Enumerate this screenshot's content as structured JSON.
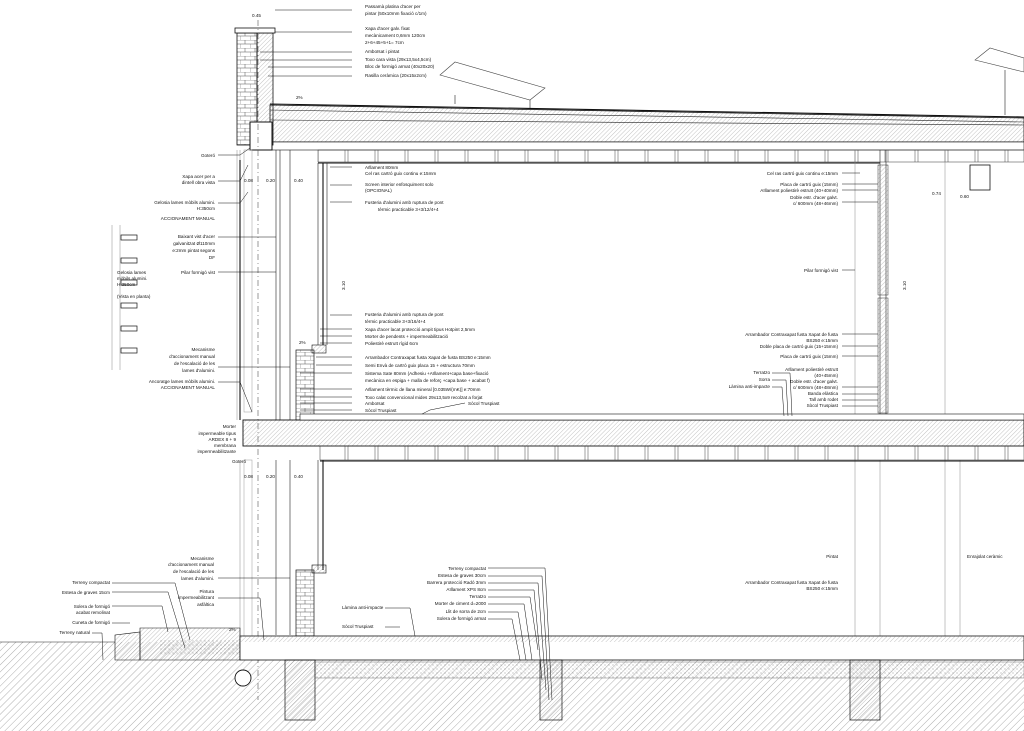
{
  "title": "",
  "colors": {
    "line": "#111111",
    "hatch": "#777777",
    "background": "#ffffff"
  },
  "roof_labels": [
    "Passamà platina d'acer per",
    "pintar (50x10mm fixació c/1m)",
    "Xapa d'acer galv. fixat",
    "mecànicament 0,6mm 120cm",
    "2+6+45+5+1= 7cm",
    "Amboïsat i pintat",
    "Toxo cara vista (29x13,5x4,5cm)",
    "Bloc de formigó armat (40x20x20)",
    "Rasilla ceràmica (20x15x2cm)"
  ],
  "upper_labels": [
    "Aïllament 80mm",
    "Cel ras cartró guix continu e:15mm",
    "Screen interior enfosquiment solo",
    "(OPCIONAL)",
    "Fusteria d'alumini amb ruptura de pont",
    "tèrmic practicable 3+3/12/4+4"
  ],
  "lower_labels": [
    "Fusteria d'alumini amb ruptura de pont",
    "tèrmic practicable 3+3/16/4+4",
    "Xapa d'acer lacat protecció ampit tipus Hotpint 2,5mm",
    "Morter de pendents + impermeabilització",
    "Poliestirè estruït rígid 6cm",
    "Arrambador Contraxapat fusta Xapat de fusta BS250 e:15mm",
    "Semi Envà de cartró guix placa 15 + estructura 70mm",
    "Sistema Sate 80mm (Adhesiu +Aïllament+capa base+fixació",
    "mecànica en espiga + malla de reforç +capa base + acabat f)",
    "Aïllament tèrmic de llana mineral [0.035W/(mK)] e:70mm",
    "Toxo calat convencional mides 29x13,5x9 recolzat a forjat",
    "Amboïsat",
    "Sòcol Truspiast",
    "Sòcol Truspiast"
  ],
  "left_labels": [
    "Goteró",
    "Xapa acer per a",
    "dintell obra vista",
    "Gelosia lames mòbils alumini.",
    "H:350cm",
    "ACCIONAMENT MANUAL",
    "Baixant vist d'acer",
    "galvanitzat Ø110mm",
    "e:2mm pintat segons",
    "DF",
    "Pilar formigó vist",
    "Mecanisme",
    "d'accionament manual",
    "de l'escalació de les",
    "lames d'alumini.",
    "Ancoratge lames mòbils alumini.",
    "ACCIONAMENT MANUAL",
    "Morter",
    "impermeable tipus",
    "ARDEX 8 + 9",
    "membrana",
    "impermeabilitzante",
    "Goteró"
  ],
  "plan_labels": [
    "Gelosia lames",
    "mòbils alumini.",
    "H:350cm",
    "(Vista en planta)"
  ],
  "ground_left_labels": [
    "Mecanisme",
    "d'accionament manual",
    "de l'escalació de les",
    "lames d'alumini.",
    "Pintura",
    "impermeabilitzant",
    "asfàltica",
    "Terreny compactat",
    "Estesa de graves 15cm",
    "Solera de formigó",
    "acabat remolinat",
    "Cuneta de formigó",
    "Terreny natural"
  ],
  "ground_mid_labels": [
    "Terreny compactat",
    "Estesa de graves 30cm",
    "Barrera protecció Radó 3mm",
    "Aïllament XPS 8cm",
    "Terratzo",
    "Morter de ciment d=2000",
    "Llit de sorra de 2cm",
    "Solera de formigó armat",
    "Làmina anti-impacte",
    "Sòcol Truspiast"
  ],
  "right_labels": [
    "Cel ras cartró guix continu e:15mm",
    "Placa de cartró guix (15mm)",
    "Aïllament poliestirè estruït (40+40mm)",
    "Doble estr. d'acer galvt.",
    "c/ 600mm (48+46mm)",
    "Pilar formigó vist",
    "Arrambador Contraxapat fusta Xapat de fusta",
    "BS250 e:15mm",
    "Doble placa de cartró guix (15+15mm)",
    "Placa de cartró guix (15mm)",
    "Aïllament poliestirè estruït",
    "(40+45mm)",
    "Doble estr. d'acer galvt.",
    "c/ 600mm (48+48mm)",
    "Banda elàstica",
    "Tall amb rodet",
    "Sòcol Truspiast",
    "Terratzo",
    "Sorra",
    "Làmina anti-impacte"
  ],
  "ground_right_labels": [
    "Pintat",
    "Enrajolat ceràmic",
    "Arrambador Contraxapat fusta Xapat de fusta",
    "BS250 e:15mm"
  ],
  "slopes": [
    "2%",
    "2%",
    "2%"
  ],
  "dims": [
    "0.45",
    "0.08",
    "0.20",
    "0.40",
    "0.08",
    "0.20",
    "0.40",
    "0.74",
    "0.60",
    "3.10",
    "3.10"
  ]
}
